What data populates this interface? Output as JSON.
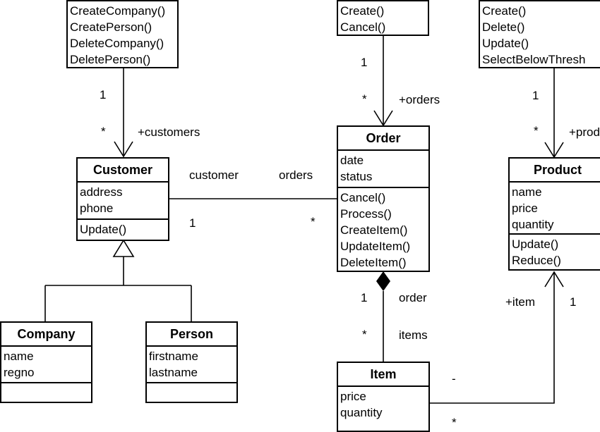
{
  "interfaces": {
    "customer_ops": [
      "CreateCompany()",
      "CreatePerson()",
      "DeleteCompany()",
      "DeletePerson()"
    ],
    "order_ops": [
      "Create()",
      "Cancel()"
    ],
    "product_ops": [
      "Create()",
      "Delete()",
      "Update()",
      "SelectBelowThresh"
    ]
  },
  "classes": {
    "customer": {
      "name": "Customer",
      "attributes": [
        "address",
        "phone"
      ],
      "operations": [
        "Update()"
      ]
    },
    "order": {
      "name": "Order",
      "attributes": [
        "date",
        "status"
      ],
      "operations": [
        "Cancel()",
        "Process()",
        "CreateItem()",
        "UpdateItem()",
        "DeleteItem()"
      ]
    },
    "product": {
      "name": "Product",
      "attributes": [
        "name",
        "price",
        "quantity"
      ],
      "operations": [
        "Update()",
        "Reduce()"
      ]
    },
    "company": {
      "name": "Company",
      "attributes": [
        "name",
        "regno"
      ],
      "operations": []
    },
    "person": {
      "name": "Person",
      "attributes": [
        "firstname",
        "lastname"
      ],
      "operations": []
    },
    "item": {
      "name": "Item",
      "attributes": [
        "price",
        "quantity"
      ],
      "operations": []
    }
  },
  "associations": {
    "customer_ops_customer": {
      "source_mult": "1",
      "target_mult": "*",
      "role": "+customers"
    },
    "order_ops_order": {
      "source_mult": "1",
      "target_mult": "*",
      "role": "+orders"
    },
    "product_ops_product": {
      "source_mult": "1",
      "target_mult": "*",
      "role": "+prod"
    },
    "customer_order": {
      "customer_role": "customer",
      "order_role": "orders",
      "customer_mult": "1",
      "order_mult": "*"
    },
    "order_item": {
      "order_mult": "1",
      "order_role": "order",
      "item_mult": "*",
      "item_role": "items"
    },
    "item_product": {
      "role": "+item",
      "product_mult": "1",
      "dash": "-",
      "item_mult": "*"
    }
  }
}
